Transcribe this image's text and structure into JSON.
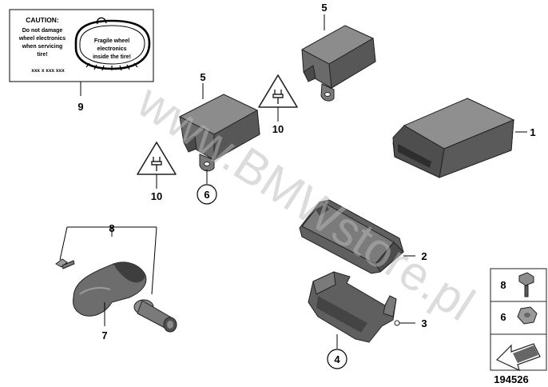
{
  "caution_label": {
    "title": "CAUTION:",
    "lines": [
      "Do not damage",
      "wheel electronics",
      "when servicing",
      "tire!"
    ],
    "code": "xxx x xxx xxx",
    "tire_text": [
      "Fragile wheel",
      "electronics",
      "inside the tire!"
    ]
  },
  "callouts": {
    "p1": "1",
    "p2": "2",
    "p3": "3",
    "p4": "4",
    "p5a": "5",
    "p5b": "5",
    "p6": "6",
    "p7": "7",
    "p8": "8",
    "p9": "9",
    "p10a": "10",
    "p10b": "10"
  },
  "side_panel": {
    "row_top": "8",
    "row_mid": "6"
  },
  "watermark": "www.BMWstore.pl",
  "diagram_number": "194526"
}
